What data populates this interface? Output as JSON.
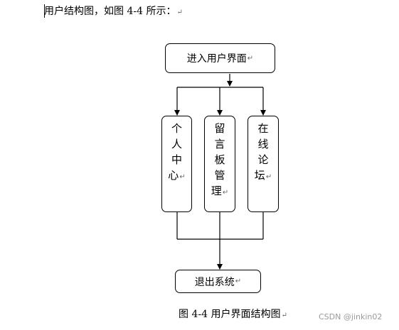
{
  "intro_text": "用户结构图，如图 4-4 所示：",
  "paragraph_mark": "↵",
  "nodes": {
    "entry": "进入用户界面",
    "personal_center": [
      "个",
      "人",
      "中",
      "心"
    ],
    "message_board": [
      "留",
      "言",
      "板",
      "管",
      "理"
    ],
    "forum": [
      "在",
      "线",
      "论",
      "坛"
    ],
    "exit": "退出系统"
  },
  "caption": "图 4-4 用户界面结构图",
  "watermark": "CSDN @jinkin02"
}
